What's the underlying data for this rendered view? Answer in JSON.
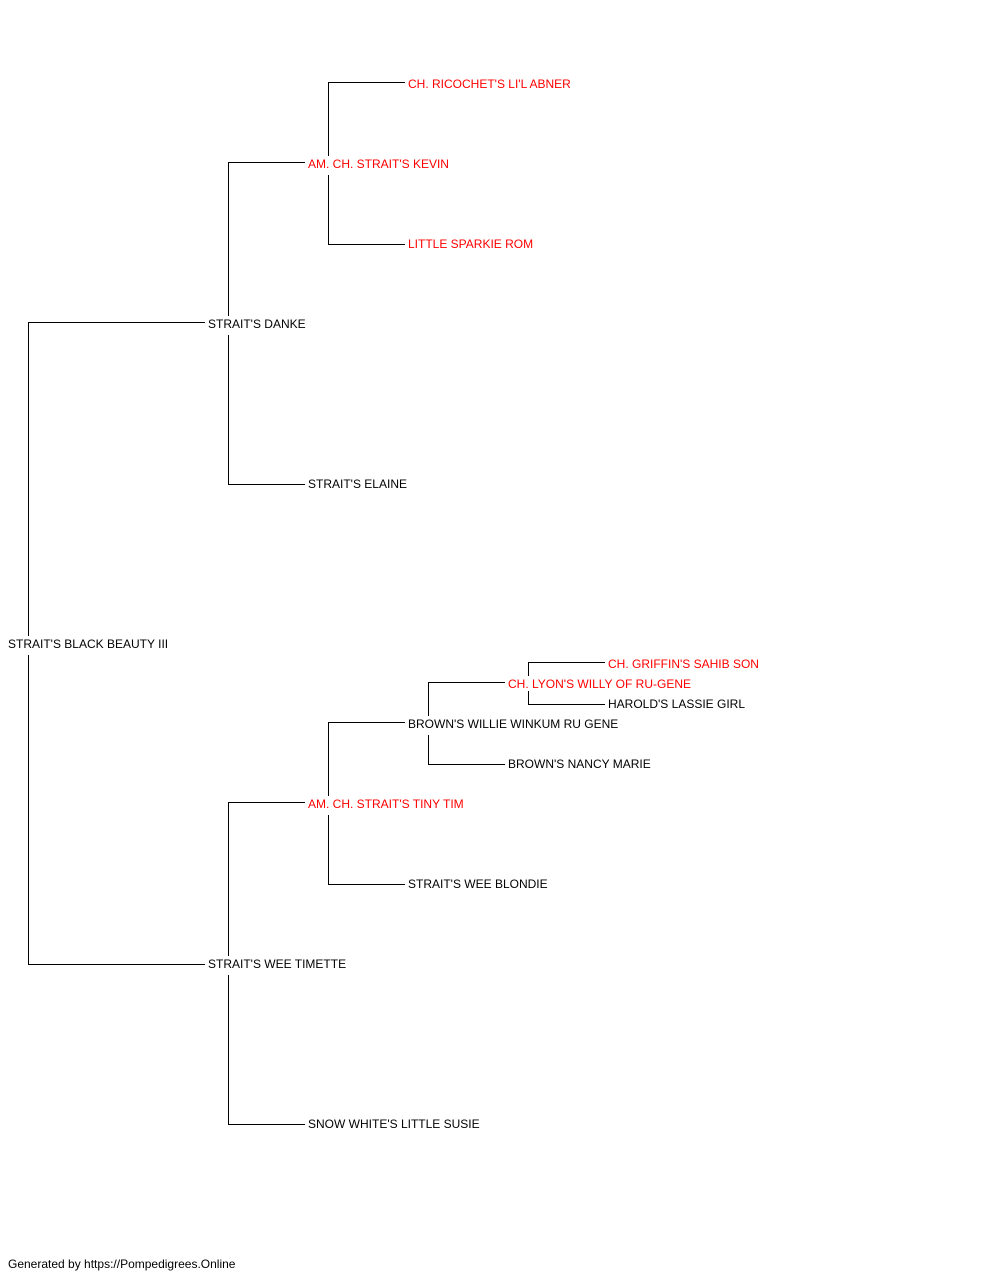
{
  "colors": {
    "champion": "#ff0000",
    "regular": "#000000",
    "line": "#000000"
  },
  "pedigree": {
    "subject": {
      "name": "STRAIT'S BLACK BEAUTY III",
      "champion": false
    },
    "sire": {
      "name": "STRAIT'S DANKE",
      "champion": false
    },
    "dam": {
      "name": "STRAIT'S WEE TIMETTE",
      "champion": false
    },
    "sire_sire": {
      "name": "AM. CH. STRAIT'S KEVIN",
      "champion": true
    },
    "sire_dam": {
      "name": "STRAIT'S ELAINE",
      "champion": false
    },
    "dam_sire": {
      "name": "AM. CH. STRAIT'S TINY TIM",
      "champion": true
    },
    "dam_dam": {
      "name": "SNOW WHITE'S LITTLE SUSIE",
      "champion": false
    },
    "sire_sire_sire": {
      "name": "CH. RICOCHET'S LI'L ABNER",
      "champion": true
    },
    "sire_sire_dam": {
      "name": "LITTLE SPARKIE ROM",
      "champion": true
    },
    "dam_sire_sire": {
      "name": "BROWN'S WILLIE WINKUM RU GENE",
      "champion": false
    },
    "dam_sire_dam": {
      "name": "STRAIT'S WEE BLONDIE",
      "champion": false
    },
    "dam_sire_sire_sire": {
      "name": "CH. LYON'S WILLY OF RU-GENE",
      "champion": true
    },
    "dam_sire_sire_dam": {
      "name": "BROWN'S NANCY MARIE",
      "champion": false
    },
    "dam_sire_sire_sire_sire": {
      "name": "CH. GRIFFIN'S SAHIB SON",
      "champion": true
    },
    "dam_sire_sire_sire_dam": {
      "name": "HAROLD'S LASSIE GIRL",
      "champion": false
    }
  },
  "footer": {
    "text": "Generated by https://Pompedigrees.Online"
  }
}
